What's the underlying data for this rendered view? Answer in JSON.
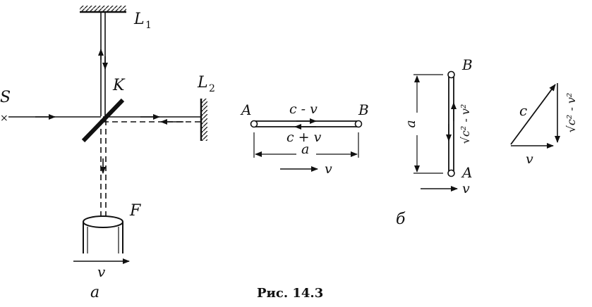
{
  "figure": {
    "caption": "Рис. 14.3",
    "panel_a_label": "а",
    "panel_b_label": "б"
  },
  "panel_a": {
    "source_label": "S",
    "mirror_1_label": "L",
    "mirror_1_sub": "1",
    "mirror_2_label": "L",
    "mirror_2_sub": "2",
    "splitter_label": "K",
    "detector_label": "F",
    "velocity_label": "v"
  },
  "panel_a_rod": {
    "end_left": "A",
    "end_right": "B",
    "upper_label": "c - v",
    "lower_label": "c + v",
    "length_label": "a",
    "velocity_label": "v"
  },
  "panel_b": {
    "end_top": "B",
    "end_bottom": "A",
    "length_label": "a",
    "side_label": "√c² - v²",
    "velocity_label": "v",
    "triangle_hyp": "c",
    "triangle_base": "v",
    "triangle_side": "√c² - v²"
  }
}
